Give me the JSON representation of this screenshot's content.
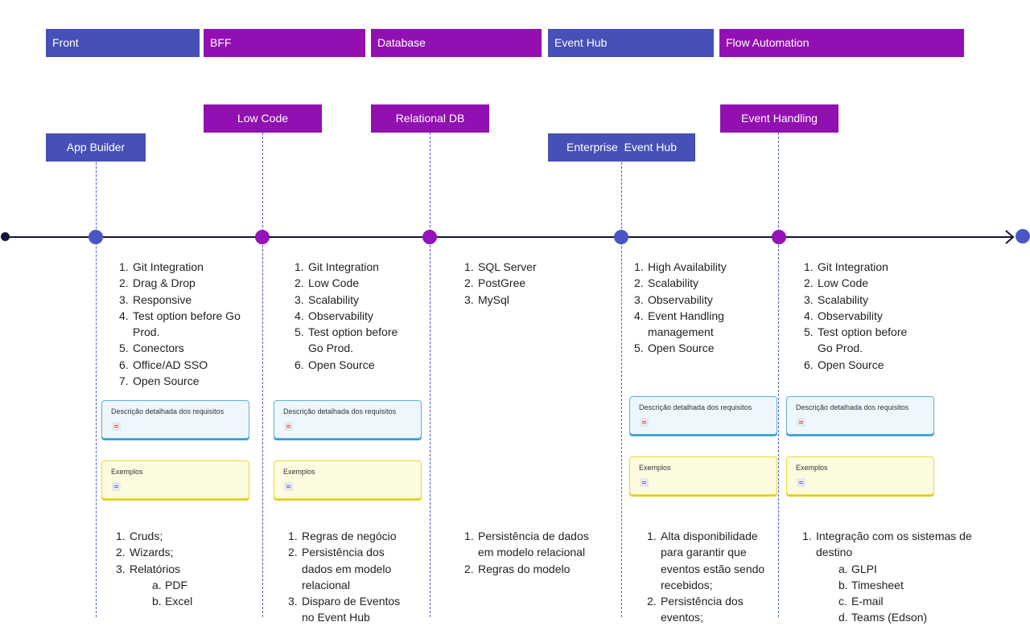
{
  "categories": [
    {
      "label": "Front",
      "color": "#4650b7"
    },
    {
      "label": "BFF",
      "color": "#9210b2"
    },
    {
      "label": "Database",
      "color": "#9210b2"
    },
    {
      "label": "Event Hub",
      "color": "#4650b7"
    },
    {
      "label": "Flow Automation",
      "color": "#9210b2"
    }
  ],
  "milestones": [
    {
      "label": "App Builder"
    },
    {
      "label": "Low Code"
    },
    {
      "label": "Relational DB"
    },
    {
      "label": "Enterprise  Event Hub"
    },
    {
      "label": "Event Handling"
    }
  ],
  "requirements": [
    [
      "Git Integration",
      "Drag & Drop",
      "Responsive",
      "Test option before Go Prod.",
      "Conectors",
      "Office/AD SSO",
      "Open Source"
    ],
    [
      "Git Integration",
      "Low Code",
      "Scalability",
      "Observability",
      "Test option before Go Prod.",
      "Open Source"
    ],
    [
      "SQL Server",
      "PostGree",
      "MySql"
    ],
    [
      "High Availability",
      "Scalability",
      "Observability",
      "Event Handling management",
      "Open Source"
    ],
    [
      "Git Integration",
      "Low Code",
      "Scalability",
      "Observability",
      "Test option before Go Prod.",
      "Open Source"
    ]
  ],
  "cards": {
    "desc_title": "Descrição detalhada dos requisitos",
    "examples_title": "Exemplos"
  },
  "examples": {
    "front": {
      "items": [
        "Cruds;",
        "Wizards;",
        "Relatórios"
      ],
      "sub": [
        "PDF",
        "Excel"
      ]
    },
    "bff": [
      "Regras de negócio",
      "Persistência dos dados em modelo relacional",
      "Disparo de Eventos no Event Hub"
    ],
    "database": [
      "Persistência de dados em modelo relacional",
      "Regras do modelo"
    ],
    "eventhub": [
      "Alta disponibilidade para garantir que eventos estão sendo recebidos;",
      "Persistência dos eventos;"
    ],
    "flow": {
      "items": [
        "Integração com os sistemas de destino"
      ],
      "sub": [
        "GLPI",
        "Timesheet",
        "E-mail",
        "Teams (Edson)"
      ]
    }
  },
  "colors": {
    "blue": "#4650b7",
    "purple": "#9210b2",
    "timeline": "#14143a"
  }
}
